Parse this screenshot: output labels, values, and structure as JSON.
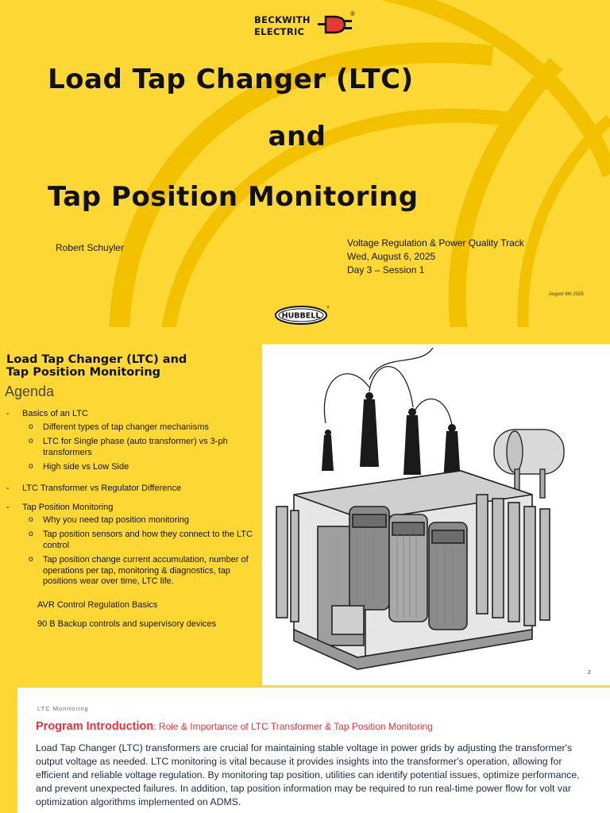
{
  "slide1": {
    "logo_line1": "BECKWITH",
    "logo_line2": "ELECTRIC",
    "logo_reg": "®",
    "title_line1": "Load Tap Changer (LTC)",
    "title_line2": "and",
    "title_line3": "Tap Position Monitoring",
    "author": "Robert Schuyler",
    "track": "Voltage Regulation & Power Quality Track",
    "date": "Wed, August 6, 2025",
    "session": "Day 3 – Session 1",
    "small_date": "August  6th 2025",
    "hubbell": "HUBBELL",
    "colors": {
      "background": "#fdd835",
      "swoosh": "#f2c200",
      "text": "#111111"
    }
  },
  "slide2": {
    "title_line1": "Load Tap Changer (LTC) and",
    "title_line2": "Tap Position Monitoring",
    "agenda": "Agenda",
    "items": [
      {
        "text": "Basics of an LTC",
        "subs": [
          "Different types of tap changer mechanisms",
          "LTC for Single phase (auto transformer) vs 3-ph transformers",
          "High side vs Low Side"
        ]
      },
      {
        "text": "LTC Transformer vs Regulator Difference",
        "subs": []
      },
      {
        "text": "Tap Position Monitoring",
        "subs": [
          "Why you need tap position monitoring",
          "Tap position sensors and how they connect to the LTC control",
          "Tap position change current accumulation, number of operations per tap, monitoring & diagnostics, tap positions wear over time, LTC life."
        ]
      }
    ],
    "plain_items": [
      "AVR Control Regulation Basics",
      "90 B Backup controls and supervisory devices"
    ],
    "bullet": "-",
    "sub_bullet": "o",
    "page_number": "2"
  },
  "slide3": {
    "label": "LTC Monitoring",
    "heading_bold": "Program Introduction",
    "heading_rest": ": Role & Importance of LTC Transformer & Tap Position Monitoring",
    "body": "Load Tap Changer (LTC) transformers are crucial for maintaining stable voltage in power grids by adjusting the transformer's output voltage as needed. LTC monitoring is vital because it provides insights into the transformer's operation, allowing for efficient and reliable voltage regulation. By monitoring tap position, utilities can identify potential issues, optimize performance, and prevent unexpected failures. In addition, tap position information may be required to run real-time power flow for volt var optimization algorithms implemented on ADMS.",
    "accent_color": "#e8333a"
  }
}
